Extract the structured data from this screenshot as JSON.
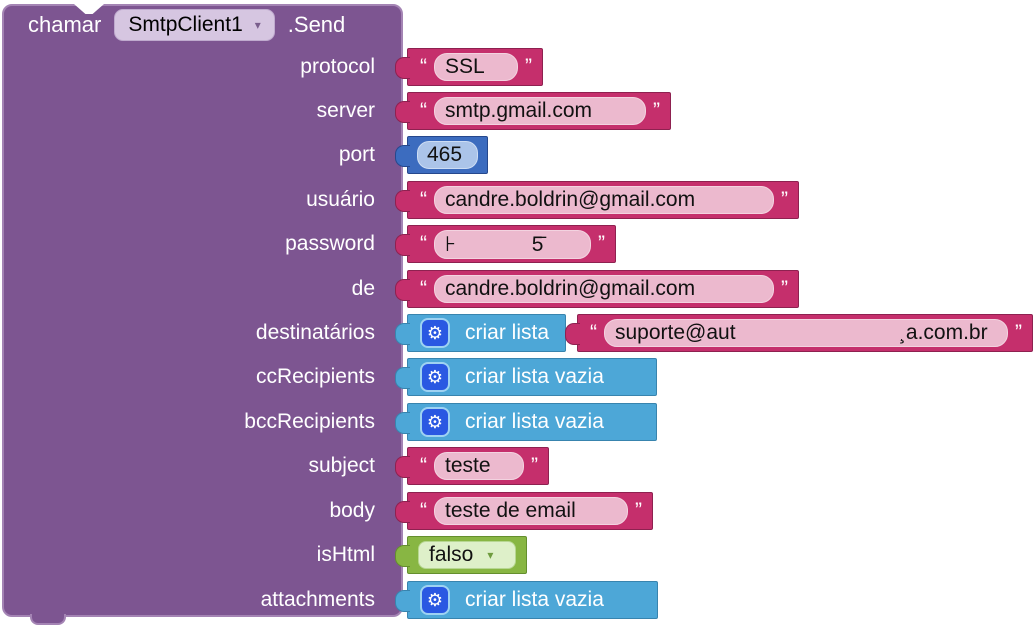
{
  "ui": {
    "quote_open": "“",
    "quote_close": "”",
    "dropdown_arrow": "▾",
    "gear_icon": "⚙"
  },
  "colors": {
    "call_block": "#7d5591",
    "text_block": "#c52f6c",
    "number_block": "#3c6cbf",
    "list_block": "#4da7d7",
    "logic_block": "#88b643",
    "gear_chip": "#2a58e2"
  },
  "header": {
    "call_label": "chamar",
    "component": "SmtpClient1",
    "method": ".Send"
  },
  "rows": [
    {
      "label": "protocol",
      "type": "text",
      "value": "SSL"
    },
    {
      "label": "server",
      "type": "text",
      "value": "smtp.gmail.com"
    },
    {
      "label": "port",
      "type": "number",
      "value": "465"
    },
    {
      "label": "usuário",
      "type": "text",
      "value": "candre.boldrin@gmail.com"
    },
    {
      "label": "password",
      "type": "text",
      "value": "⊦             5̄"
    },
    {
      "label": "de",
      "type": "text",
      "value": "candre.boldrin@gmail.com"
    },
    {
      "label": "destinatários",
      "type": "list",
      "value": "criar lista",
      "item_value": "suporte@aut                            ¸a.com.br"
    },
    {
      "label": "ccRecipients",
      "type": "list",
      "value": "criar lista vazia"
    },
    {
      "label": "bccRecipients",
      "type": "list",
      "value": "criar lista vazia"
    },
    {
      "label": "subject",
      "type": "text",
      "value": "teste"
    },
    {
      "label": "body",
      "type": "text",
      "value": "teste de email"
    },
    {
      "label": "isHtml",
      "type": "logic",
      "value": "falso"
    },
    {
      "label": "attachments",
      "type": "list",
      "value": "criar lista vazia"
    }
  ]
}
